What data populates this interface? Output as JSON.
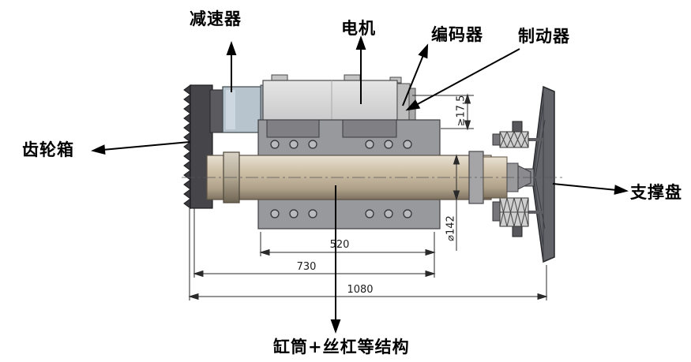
{
  "figure": {
    "labels": {
      "reducer": "减速器",
      "motor": "电机",
      "encoder": "编码器",
      "brake": "制动器",
      "gearbox": "齿轮箱",
      "support_disc": "支撑盘",
      "cylinder_screw": "缸筒+丝杠等结构"
    },
    "dimensions": {
      "gap": "≥17.5",
      "diameter": "⌀142",
      "length_inner": "520",
      "length_mid": "730",
      "length_total": "1080"
    },
    "colors": {
      "line": "#000000",
      "dim_line": "#2a2a2a",
      "steel_dark": "#46464a",
      "housing_gray": "#98999d",
      "motor_light": "#d6d6d6",
      "reducer_blue": "#b7c3cd",
      "tube_tan": "#c8b99f",
      "background": "#ffffff"
    }
  }
}
